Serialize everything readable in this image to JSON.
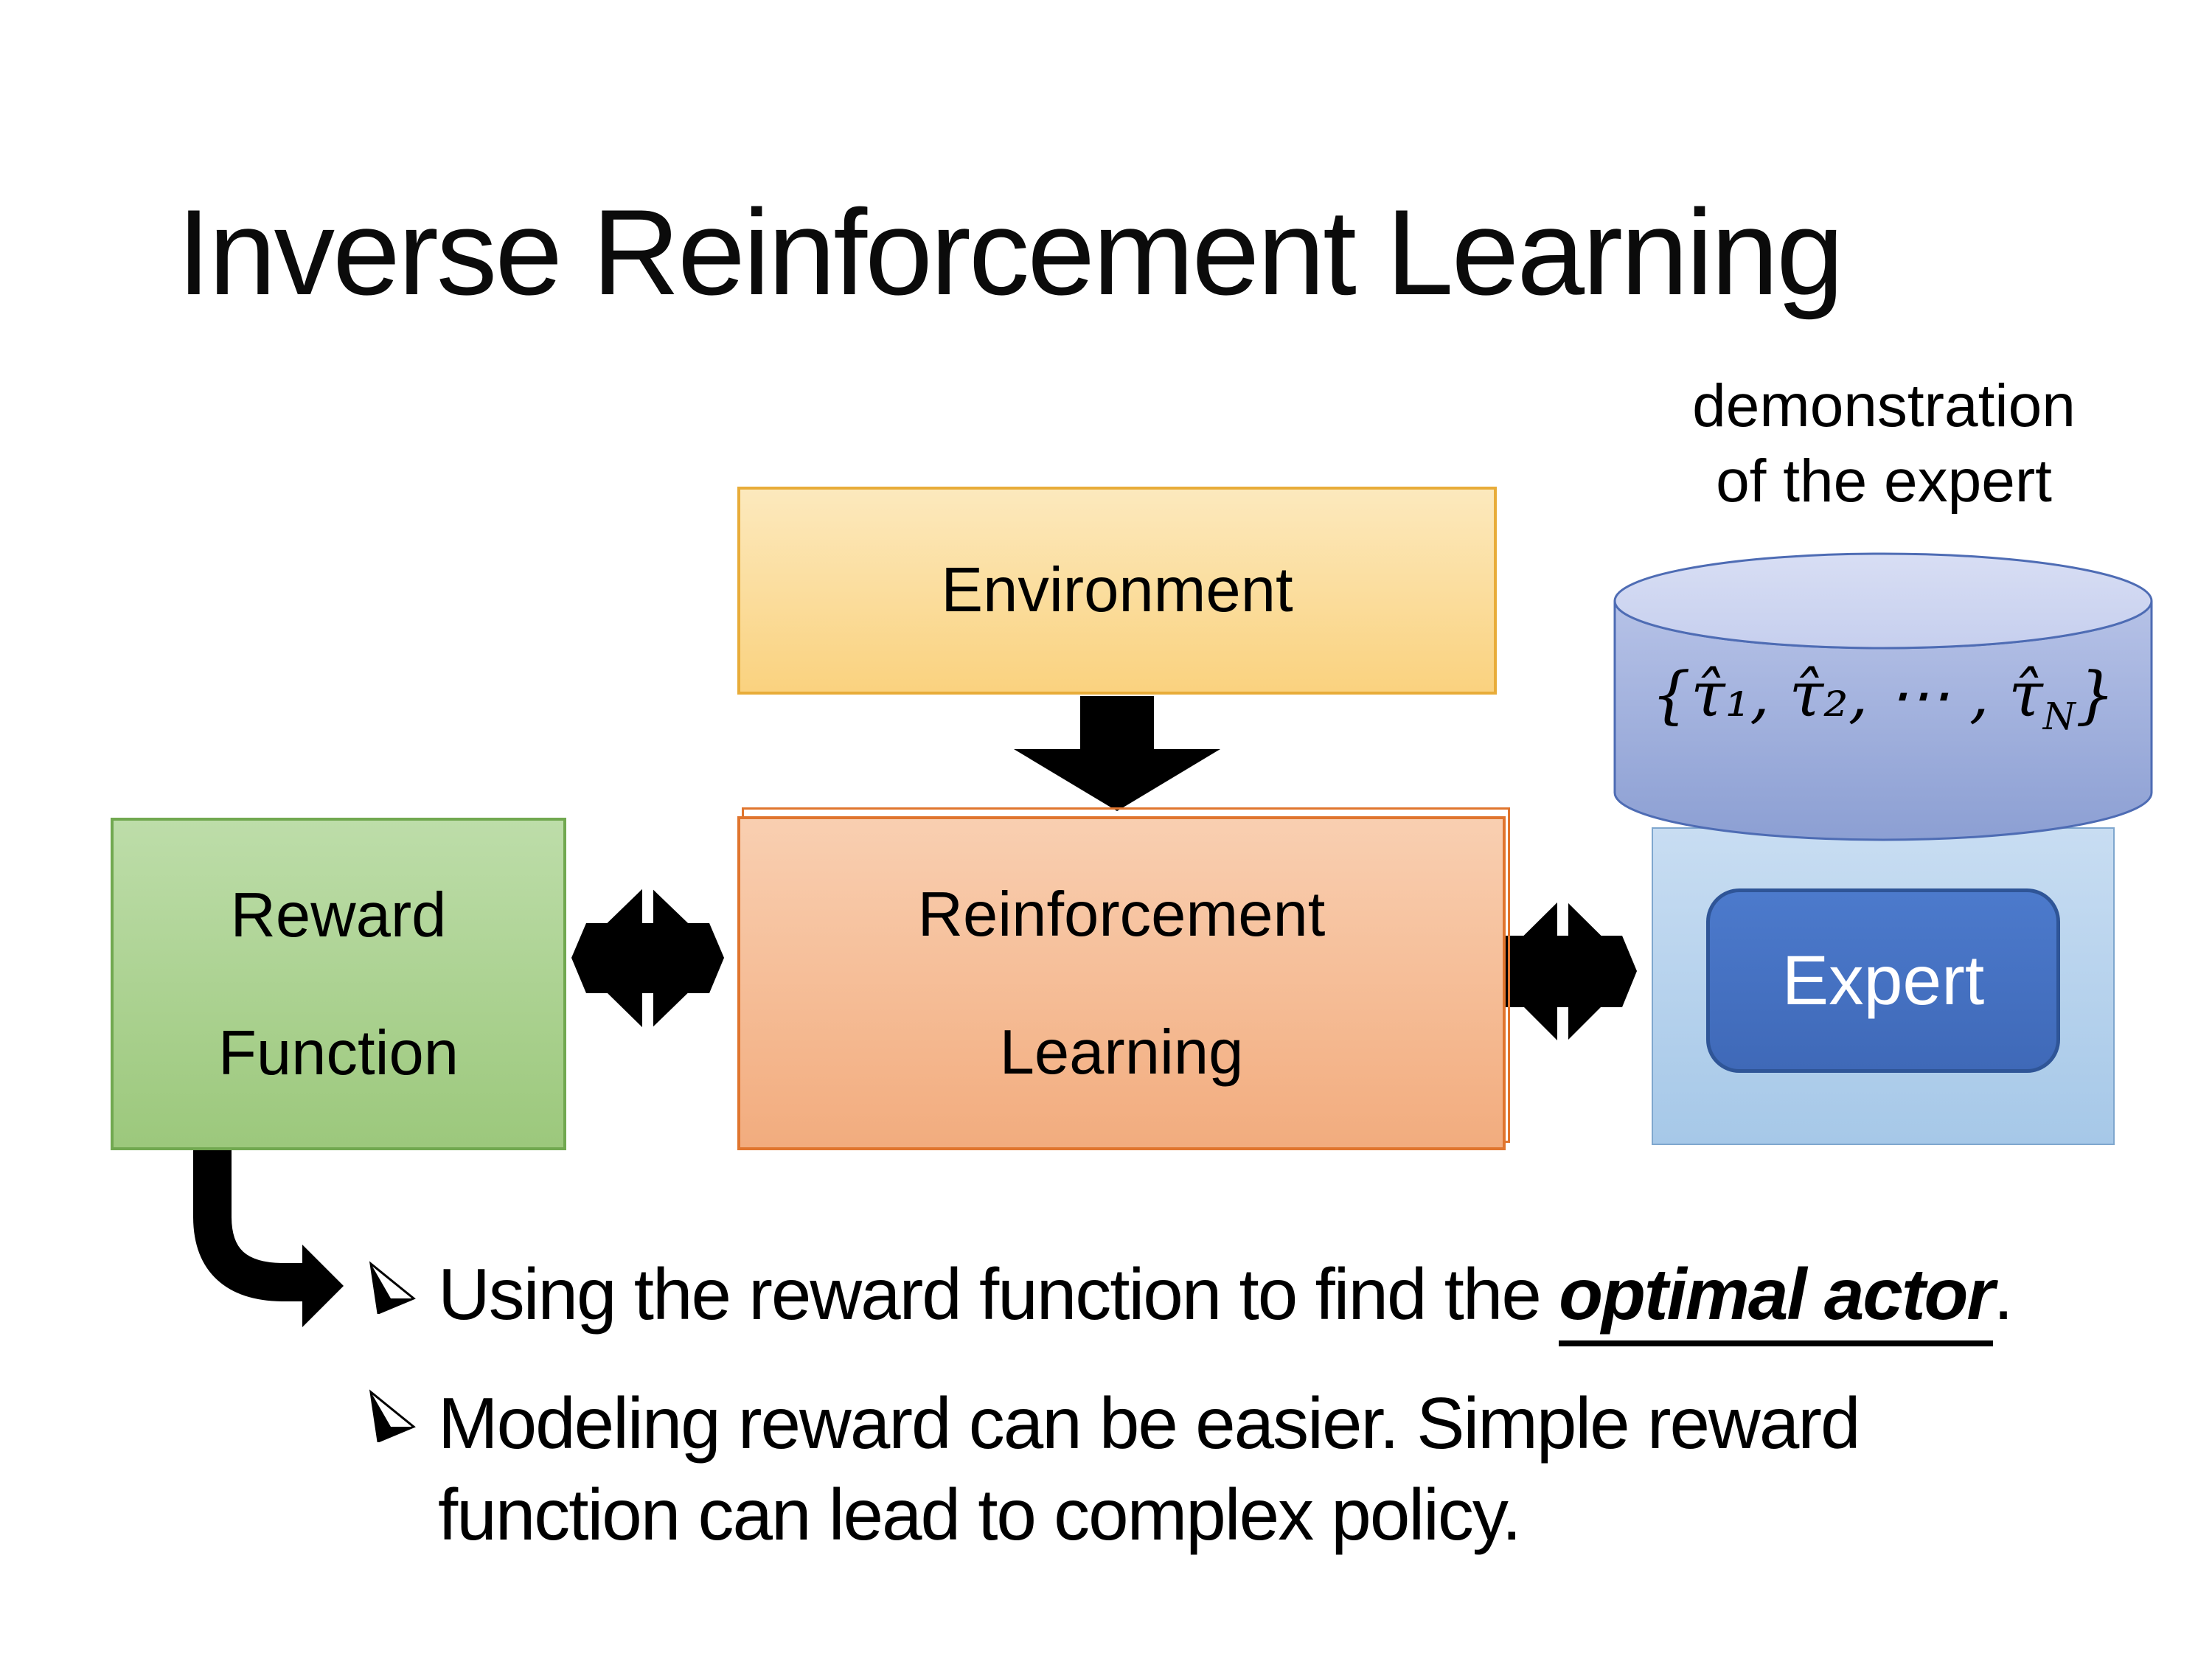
{
  "slide": {
    "title": "Inverse Reinforcement Learning"
  },
  "demo_label": {
    "line1": "demonstration",
    "line2": "of the expert"
  },
  "cylinder": {
    "formula_pre": "{τ̂₁, τ̂₂, ⋯ , τ̂",
    "formula_sub": "N",
    "formula_post": "}"
  },
  "boxes": {
    "environment": "Environment",
    "reward_line1": "Reward",
    "reward_line2": "Function",
    "rl_line1": "Reinforcement",
    "rl_line2": "Learning",
    "expert": "Expert"
  },
  "bullets": {
    "b1_pre": "Using the reward function to find the ",
    "b1_emph": "optimal actor",
    "b1_post": ".",
    "b2_line1": "Modeling reward can be easier. Simple reward",
    "b2_line2": "function can lead to complex policy."
  },
  "icons": {
    "down_arrow": "down-arrow-icon",
    "quad_arrow_left": "quad-arrow-icon",
    "quad_arrow_right": "quad-arrow-icon",
    "elbow_arrow": "elbow-right-arrow-icon",
    "bullet_glyph": "arrowhead-bullet-icon",
    "database_cylinder": "database-cylinder-icon"
  },
  "colors": {
    "env-top": "#FCE9BD",
    "env-bottom": "#FAD27F",
    "env-border": "#E8AC39",
    "reward-top": "#BDDDA9",
    "reward-bottom": "#9CC87C",
    "reward-border": "#71A850",
    "rl-top": "#F9CFB1",
    "rl-bottom": "#F2AC7E",
    "rl-border": "#E0752E",
    "container-top": "#C8DDF2",
    "container-bottom": "#A6C8E8",
    "container-border": "#7FA7CE",
    "expert-fill": "#4472C4",
    "expert-border": "#2F5597",
    "cylinder-top-fill": "#D2DAF1",
    "cylinder-body-top": "#B6C2E7",
    "cylinder-body-bottom": "#8C9FD3",
    "cylinder-border": "#4E6CB4",
    "arrow-black": "#000000",
    "text-black": "#000000",
    "background": "#FFFFFF"
  }
}
